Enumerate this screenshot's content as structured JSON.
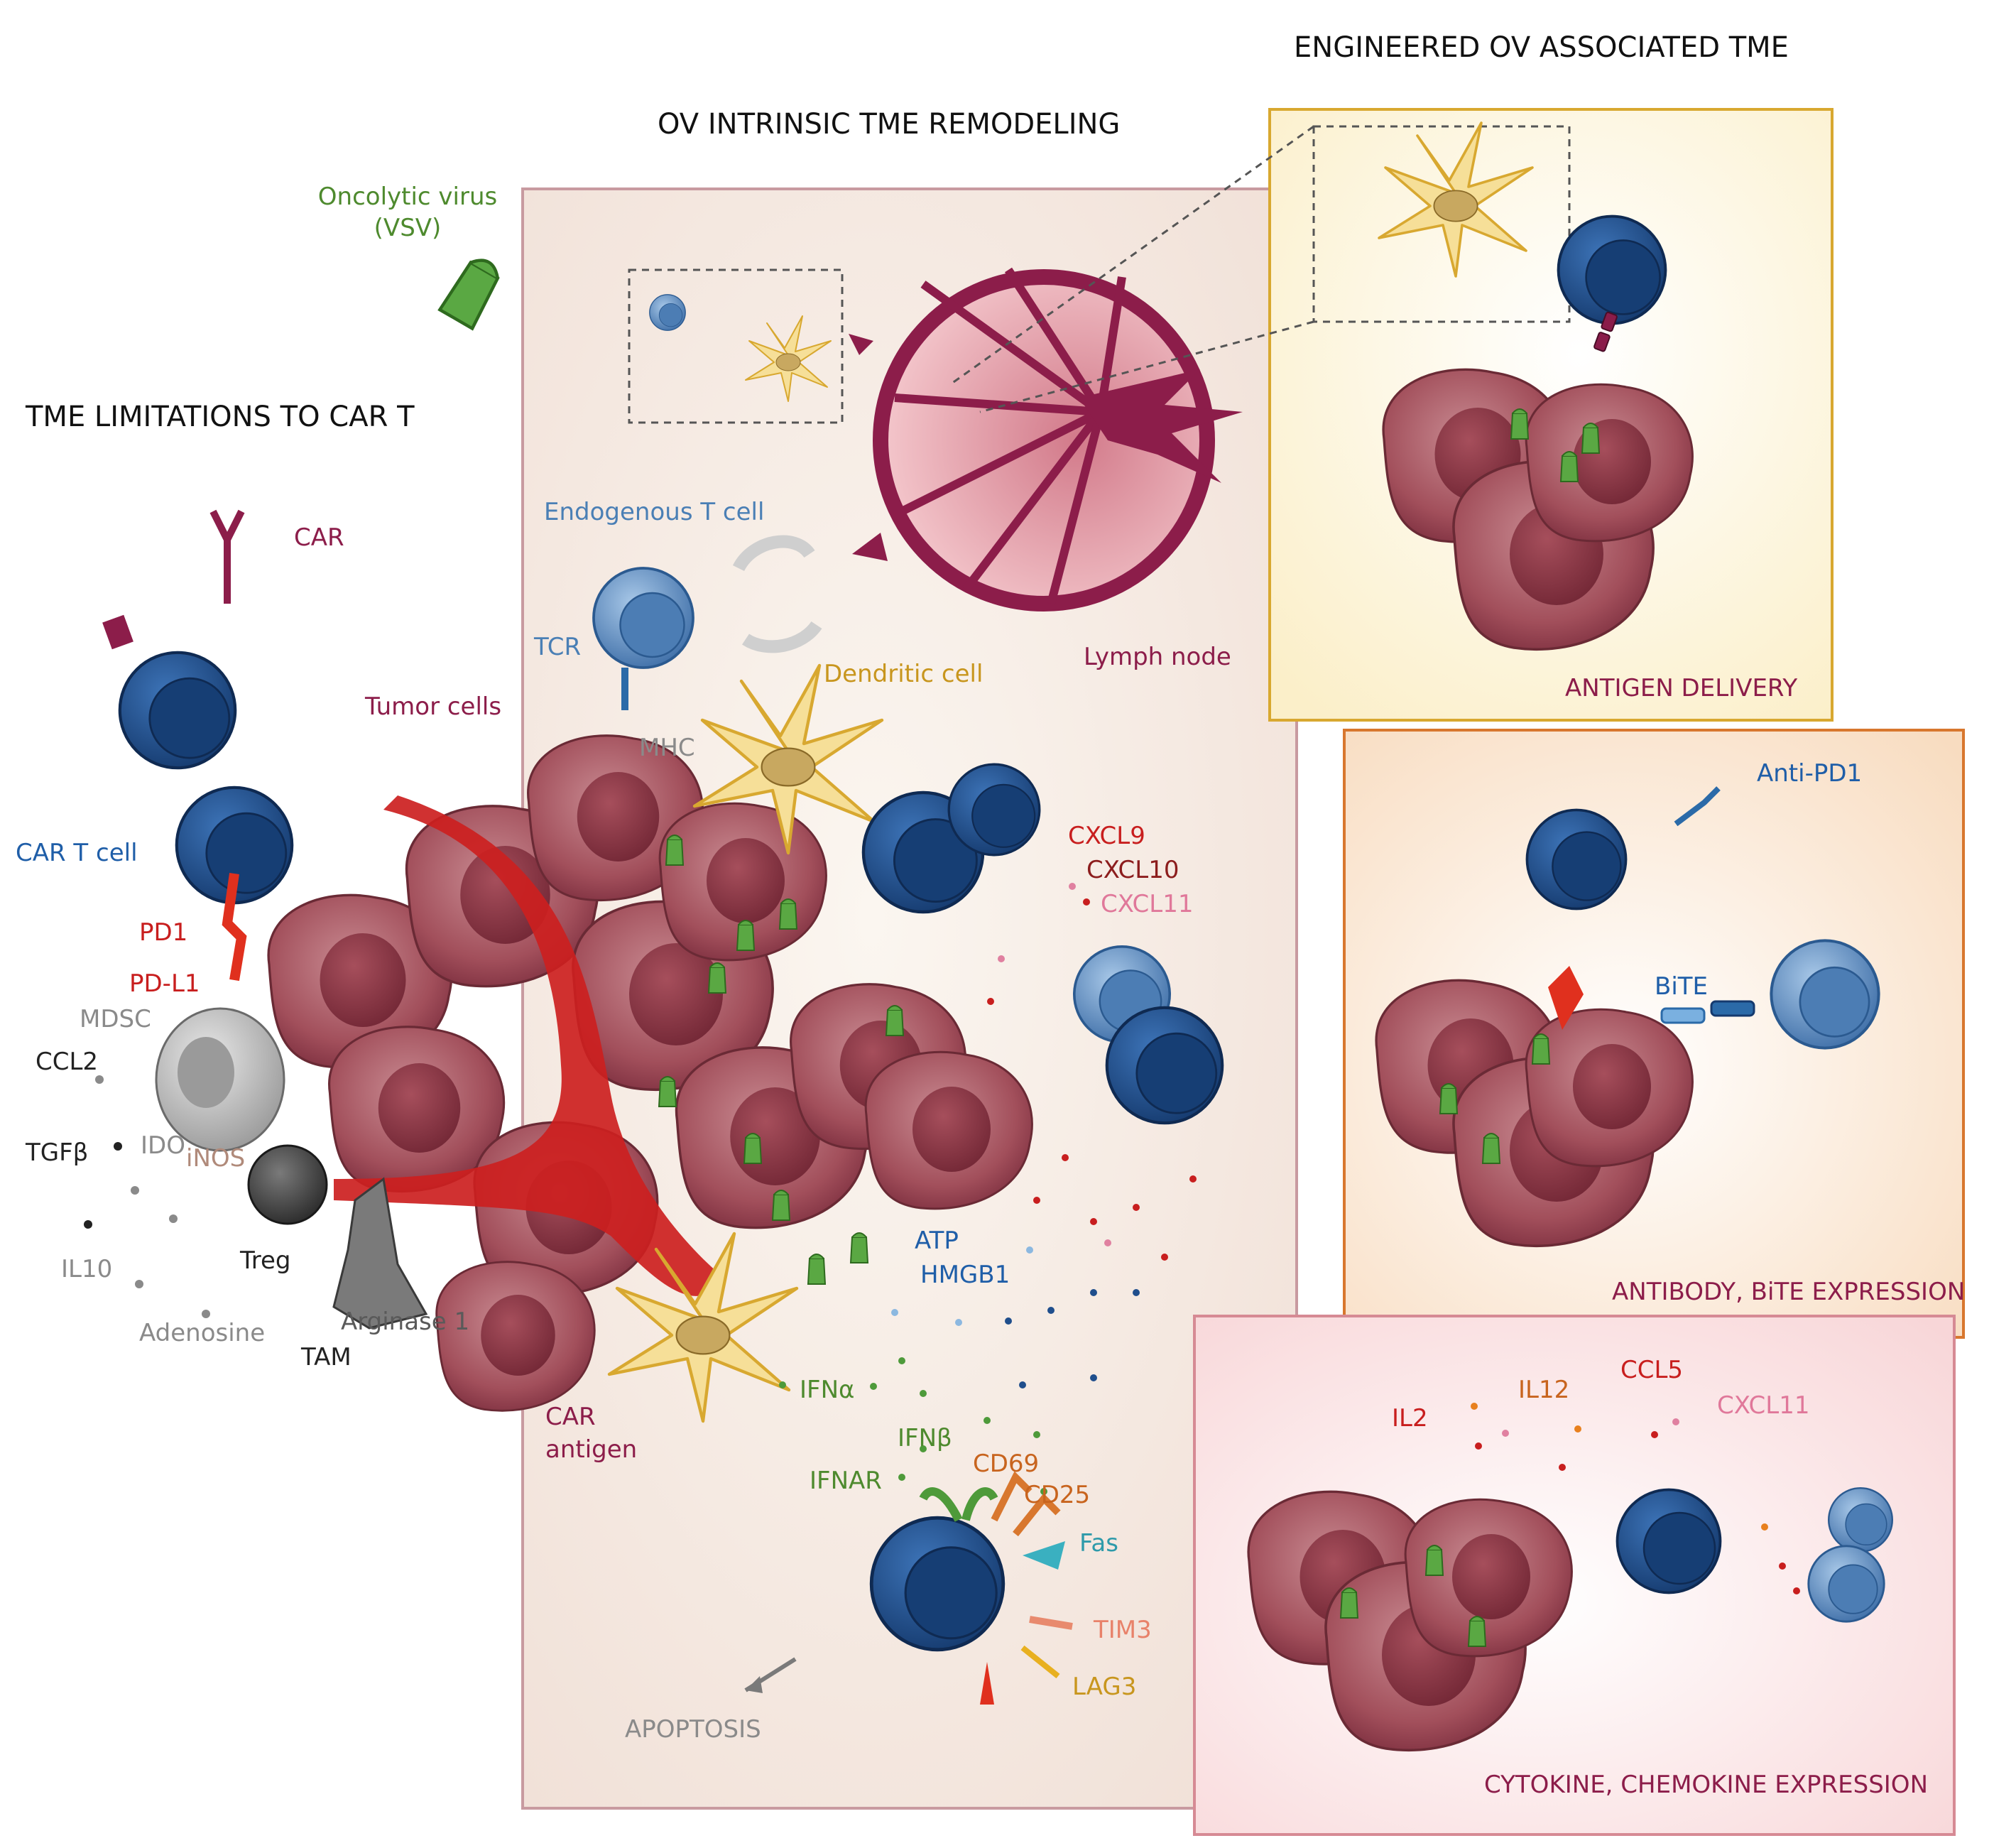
{
  "headings": {
    "tme_limitations": "TME LIMITATIONS TO CAR T",
    "ov_intrinsic": "OV INTRINSIC TME REMODELING",
    "engineered": "ENGINEERED OV ASSOCIATED TME"
  },
  "left": {
    "oncolytic_virus_1": "Oncolytic virus",
    "oncolytic_virus_2": "(VSV)",
    "car": "CAR",
    "car_t_cell": "CAR T cell",
    "pd1": "PD1",
    "pd_l1": "PD-L1",
    "mdsc": "MDSC",
    "ccl2": "CCL2",
    "tgfb": "TGFβ",
    "ido": "IDO",
    "inos": "iNOS",
    "il10": "IL10",
    "treg": "Treg",
    "adenosine": "Adenosine",
    "arginase": "Arginase 1",
    "tam": "TAM",
    "tumor_cells": "Tumor cells",
    "car_antigen_1": "CAR",
    "car_antigen_2": "antigen"
  },
  "middle": {
    "endogenous_t": "Endogenous T cell",
    "tcr": "TCR",
    "mhc": "MHC",
    "lymph_node": "Lymph node",
    "dendritic_cell": "Dendritic cell",
    "cxcl9": "CXCL9",
    "cxcl10": "CXCL10",
    "cxcl11": "CXCL11",
    "atp": "ATP",
    "hmgb1": "HMGB1",
    "ifna": "IFNα",
    "ifnb": "IFNβ",
    "ifnar": "IFNAR",
    "cd69": "CD69",
    "cd25": "CD25",
    "fas": "Fas",
    "tim3": "TIM3",
    "lag3": "LAG3",
    "apoptosis": "APOPTOSIS"
  },
  "right": {
    "antigen_delivery": "ANTIGEN DELIVERY",
    "anti_pd1": "Anti-PD1",
    "bite": "BiTE",
    "antibody_bite": "ANTIBODY, BiTE EXPRESSION",
    "il2": "IL2",
    "il12": "IL12",
    "ccl5": "CCL5",
    "cxcl11": "CXCL11",
    "cytokine": "CYTOKINE, CHEMOKINE EXPRESSION"
  },
  "colors": {
    "tumor": "#a8505c",
    "car_t": "#1f4e8c",
    "endogenous_t": "#4a7fb5",
    "dendritic": "#f4d98a",
    "virus": "#4e9a3a",
    "vessel": "#cc1f1f",
    "lymph_node": "#8c1d4a",
    "maroon_text": "#8c1d4a",
    "red_text": "#c81e1e",
    "blue_text": "#1f5ea8",
    "green_text": "#4e8a2e",
    "gold_text": "#c8961e",
    "orange_text": "#c8641e",
    "teal_text": "#2e9aaa",
    "gray_text": "#8a8a8a"
  }
}
